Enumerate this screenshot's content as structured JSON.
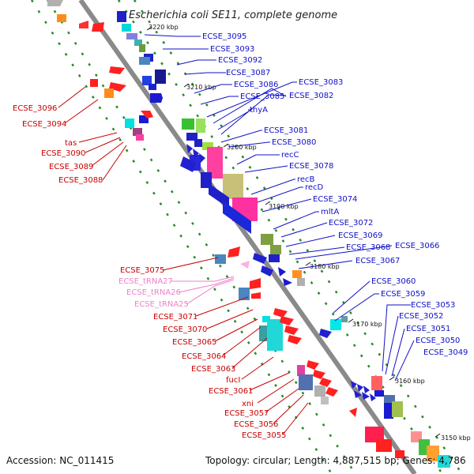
{
  "header": {
    "title": "Escherichia coli SE11, complete genome"
  },
  "footer": {
    "accession": "Accession: NC_011415",
    "summary": "Topology: circular; Length: 4,887,515 bp; Genes: 4,786"
  },
  "colors": {
    "backbone": "#888888",
    "forward_label": "#1010c8",
    "reverse_label": "#c80000",
    "rna_label": "#ec82c8",
    "dot_track": "#2a8a2a"
  },
  "ticks": [
    "3220 kbp",
    "3210 kbp",
    "3200 kbp",
    "3190 kbp",
    "3180 kbp",
    "3170 kbp",
    "3160 kbp",
    "3150 kbp"
  ],
  "forward_genes": [
    "ECSE_3095",
    "ECSE_3093",
    "ECSE_3092",
    "ECSE_3087",
    "ECSE_3086",
    "ECSE_3083",
    "ECSE_3085",
    "ECSE_3082",
    "thyA",
    "ECSE_3081",
    "ECSE_3080",
    "recC",
    "ECSE_3078",
    "recB",
    "recD",
    "ECSE_3074",
    "mltA",
    "ECSE_3072",
    "ECSE_3069",
    "ECSE_3068",
    "ECSE_3066",
    "ECSE_3067",
    "ECSE_3060",
    "ECSE_3059",
    "ECSE_3053",
    "ECSE_3052",
    "ECSE_3051",
    "ECSE_3050",
    "ECSE_3049"
  ],
  "reverse_genes": [
    "ECSE_3096",
    "ECSE_3094",
    "tas",
    "ECSE_3090",
    "ECSE_3089",
    "ECSE_3088",
    "ECSE_3075",
    "ECSE_3071",
    "ECSE_3070",
    "ECSE_3065",
    "ECSE_3064",
    "ECSE_3063",
    "fucI",
    "ECSE_3061",
    "xni",
    "ECSE_3057",
    "ECSE_3056",
    "ECSE_3055"
  ],
  "rna_genes": [
    "ECSE_tRNA27",
    "ECSE_tRNA26",
    "ECSE_tRNA25"
  ]
}
